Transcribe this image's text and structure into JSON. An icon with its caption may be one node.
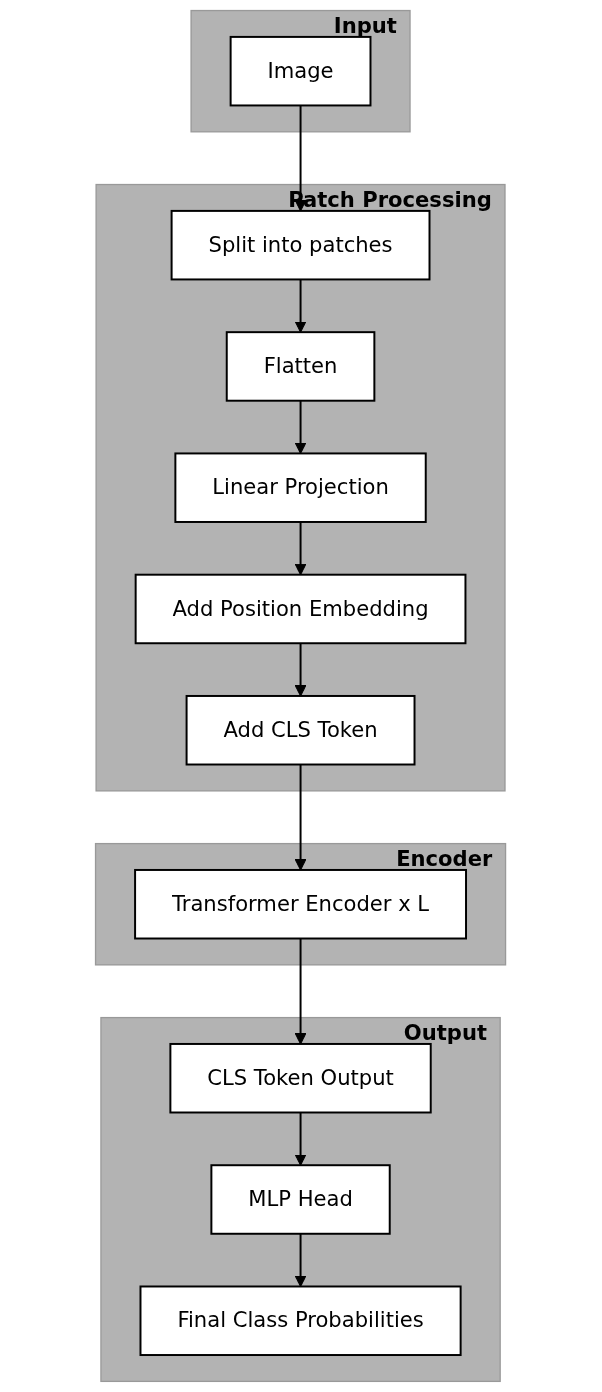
{
  "diagram": {
    "nodes": [
      {
        "text": [
          "Input"
        ]
      },
      {
        "text": [
          "Image"
        ],
        "in": 0
      },
      {
        "text": [
          "Patch Processing"
        ]
      },
      {
        "text": [
          "Split into patches"
        ],
        "in": 2
      },
      {
        "text": [
          "Flatten"
        ],
        "in": 2
      },
      {
        "text": [
          "Linear Projection"
        ],
        "in": 2
      },
      {
        "text": [
          "Add Position Embedding"
        ],
        "in": 2
      },
      {
        "text": [
          "Add CLS Token"
        ],
        "in": 2
      },
      {
        "text": [
          "Encoder"
        ]
      },
      {
        "text": [
          "Transformer Encoder x L"
        ],
        "in": 8
      },
      {
        "text": [
          "Output"
        ]
      },
      {
        "text": [
          "CLS Token Output"
        ],
        "in": 10
      },
      {
        "text": [
          "MLP Head"
        ],
        "in": 10
      },
      {
        "text": [
          "Final Class Probabilities"
        ],
        "in": 10
      }
    ],
    "edges": [
      {
        "from": 1,
        "to": 3,
        "arrow": "to"
      },
      {
        "from": 3,
        "to": 4,
        "arrow": "to"
      },
      {
        "from": 4,
        "to": 5,
        "arrow": "to"
      },
      {
        "from": 5,
        "to": 6,
        "arrow": "to"
      },
      {
        "from": 6,
        "to": 7,
        "arrow": "to"
      },
      {
        "from": 7,
        "to": 9,
        "arrow": "to"
      },
      {
        "from": 9,
        "to": 11,
        "arrow": "to"
      },
      {
        "from": 11,
        "to": 12,
        "arrow": "to"
      },
      {
        "from": 12,
        "to": 13,
        "arrow": "to"
      }
    ]
  }
}
